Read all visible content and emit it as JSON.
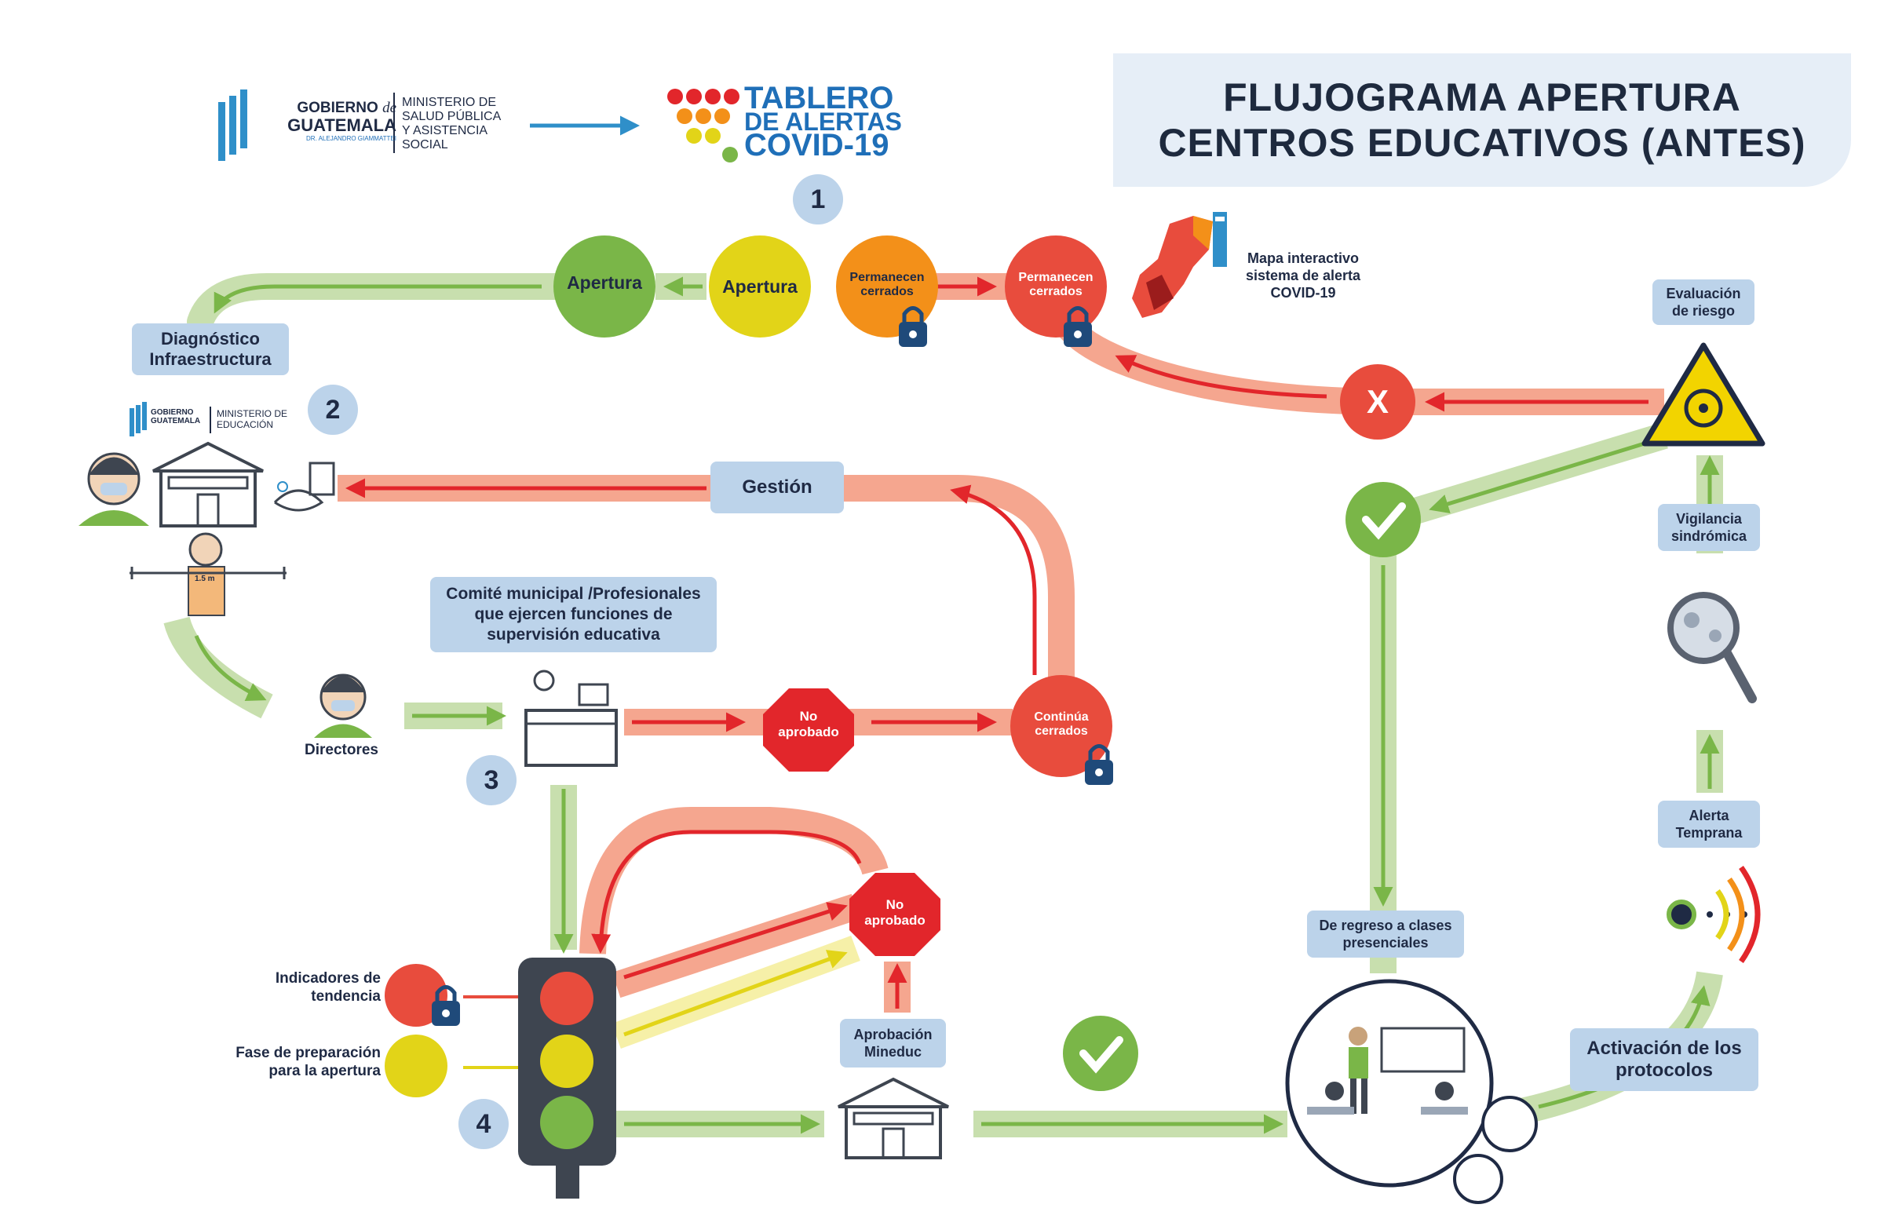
{
  "title": {
    "line1": "FLUJOGRAMA APERTURA",
    "line2": "CENTROS EDUCATIVOS (ANTES)"
  },
  "logos": {
    "gobierno": {
      "line1": "GOBIERNO",
      "de": "de",
      "line2": "GUATEMALA",
      "sub": "DR. ALEJANDRO GIAMMATTEI"
    },
    "ministerio_salud": [
      "MINISTERIO DE",
      "SALUD PÚBLICA",
      "Y ASISTENCIA",
      "SOCIAL"
    ],
    "tablero": [
      "TABLERO",
      "DE ALERTAS",
      "COVID-19"
    ],
    "ministerio_educacion": [
      "MINISTERIO DE",
      "EDUCACIÓN"
    ]
  },
  "steps": {
    "one": "1",
    "two": "2",
    "three": "3",
    "four": "4"
  },
  "nodes": {
    "apertura_green": "Apertura",
    "apertura_yellow": "Apertura",
    "permanecen_orange": [
      "Permanecen",
      "cerrados"
    ],
    "permanecen_red": [
      "Permanecen",
      "cerrados"
    ],
    "mapa": [
      "Mapa interactivo",
      "sistema de alerta",
      "COVID-19"
    ],
    "evaluacion": [
      "Evaluación",
      "de riesgo"
    ],
    "x_mark": "X",
    "diagnostico": [
      "Diagnóstico",
      "Infraestructura"
    ],
    "gestion": "Gestión",
    "comite": [
      "Comité municipal /Profesionales",
      "que ejercen funciones de",
      "supervisión educativa"
    ],
    "directores": "Directores",
    "no_aprobado_1": [
      "No",
      "aprobado"
    ],
    "continua": [
      "Continúa",
      "cerrados"
    ],
    "vigilancia": [
      "Vigilancia",
      "sindrómica"
    ],
    "alerta": [
      "Alerta",
      "Temprana"
    ],
    "regreso": [
      "De regreso a clases",
      "presenciales"
    ],
    "no_aprobado_2": [
      "No",
      "aprobado"
    ],
    "aprobacion": [
      "Aprobación",
      "Mineduc"
    ],
    "indicadores": [
      "Indicadores de",
      "tendencia"
    ],
    "fase": [
      "Fase de preparación",
      "para la apertura"
    ],
    "activacion": [
      "Activación de los",
      "protocolos"
    ],
    "distance": "1.5 m"
  },
  "colors": {
    "green": "#7ab648",
    "green_path": "#c8dfae",
    "red": "#e84c3d",
    "red_path": "#f5a68f",
    "orange": "#f39019",
    "yellow": "#e2d418",
    "blue": "#1f6fb8",
    "box": "#bcd3ea",
    "navy": "#1f2a44"
  }
}
